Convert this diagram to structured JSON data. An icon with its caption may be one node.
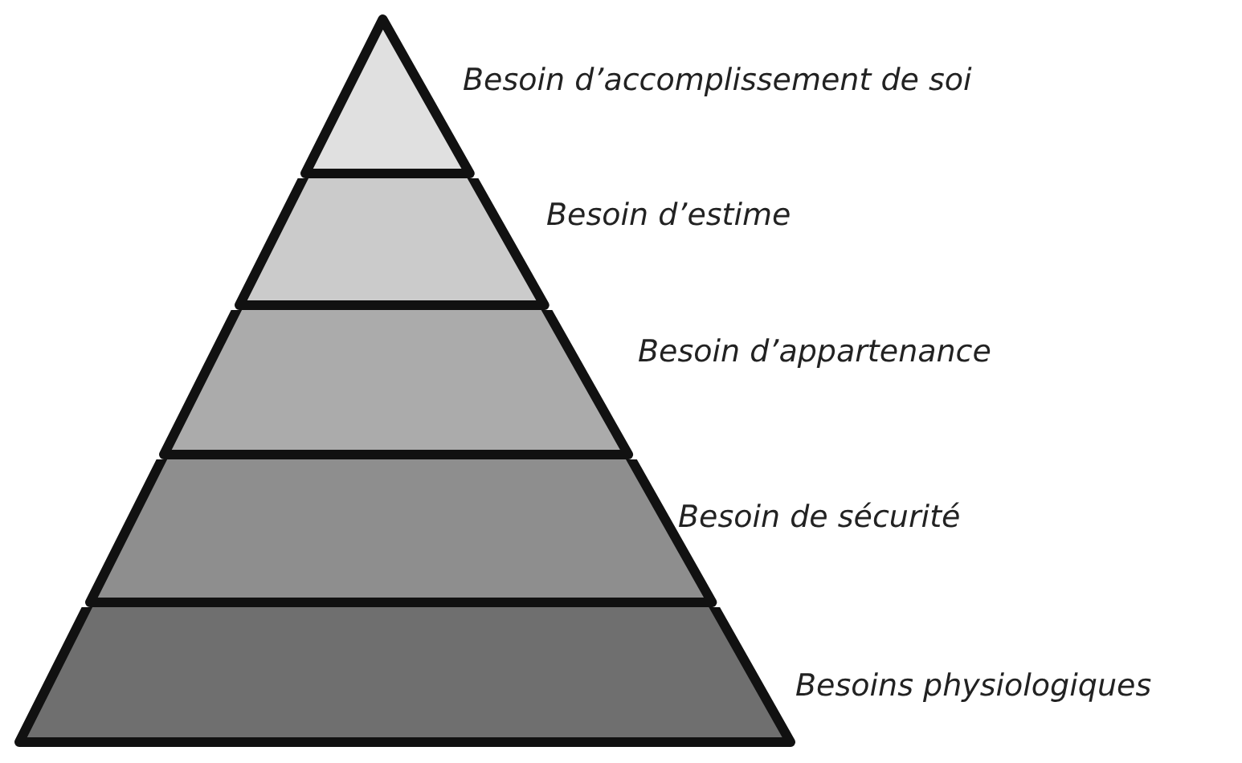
{
  "diagram": {
    "nodes": [
      {
        "text": [],
        "shape": "triangle",
        "beside": [
          "Besoin d’accomplissement de soi"
        ]
      },
      {
        "text": [],
        "shape": "trapezoid",
        "beside": [
          "Besoin d’estime"
        ]
      },
      {
        "text": [],
        "shape": "trapezoid",
        "beside": [
          "Besoin d’appartenance"
        ]
      },
      {
        "text": [],
        "shape": "trapezoid",
        "beside": [
          "Besoin de sécurité"
        ]
      },
      {
        "text": [],
        "shape": "trapezoid",
        "beside": [
          "Besoins physiologiques"
        ]
      }
    ]
  }
}
